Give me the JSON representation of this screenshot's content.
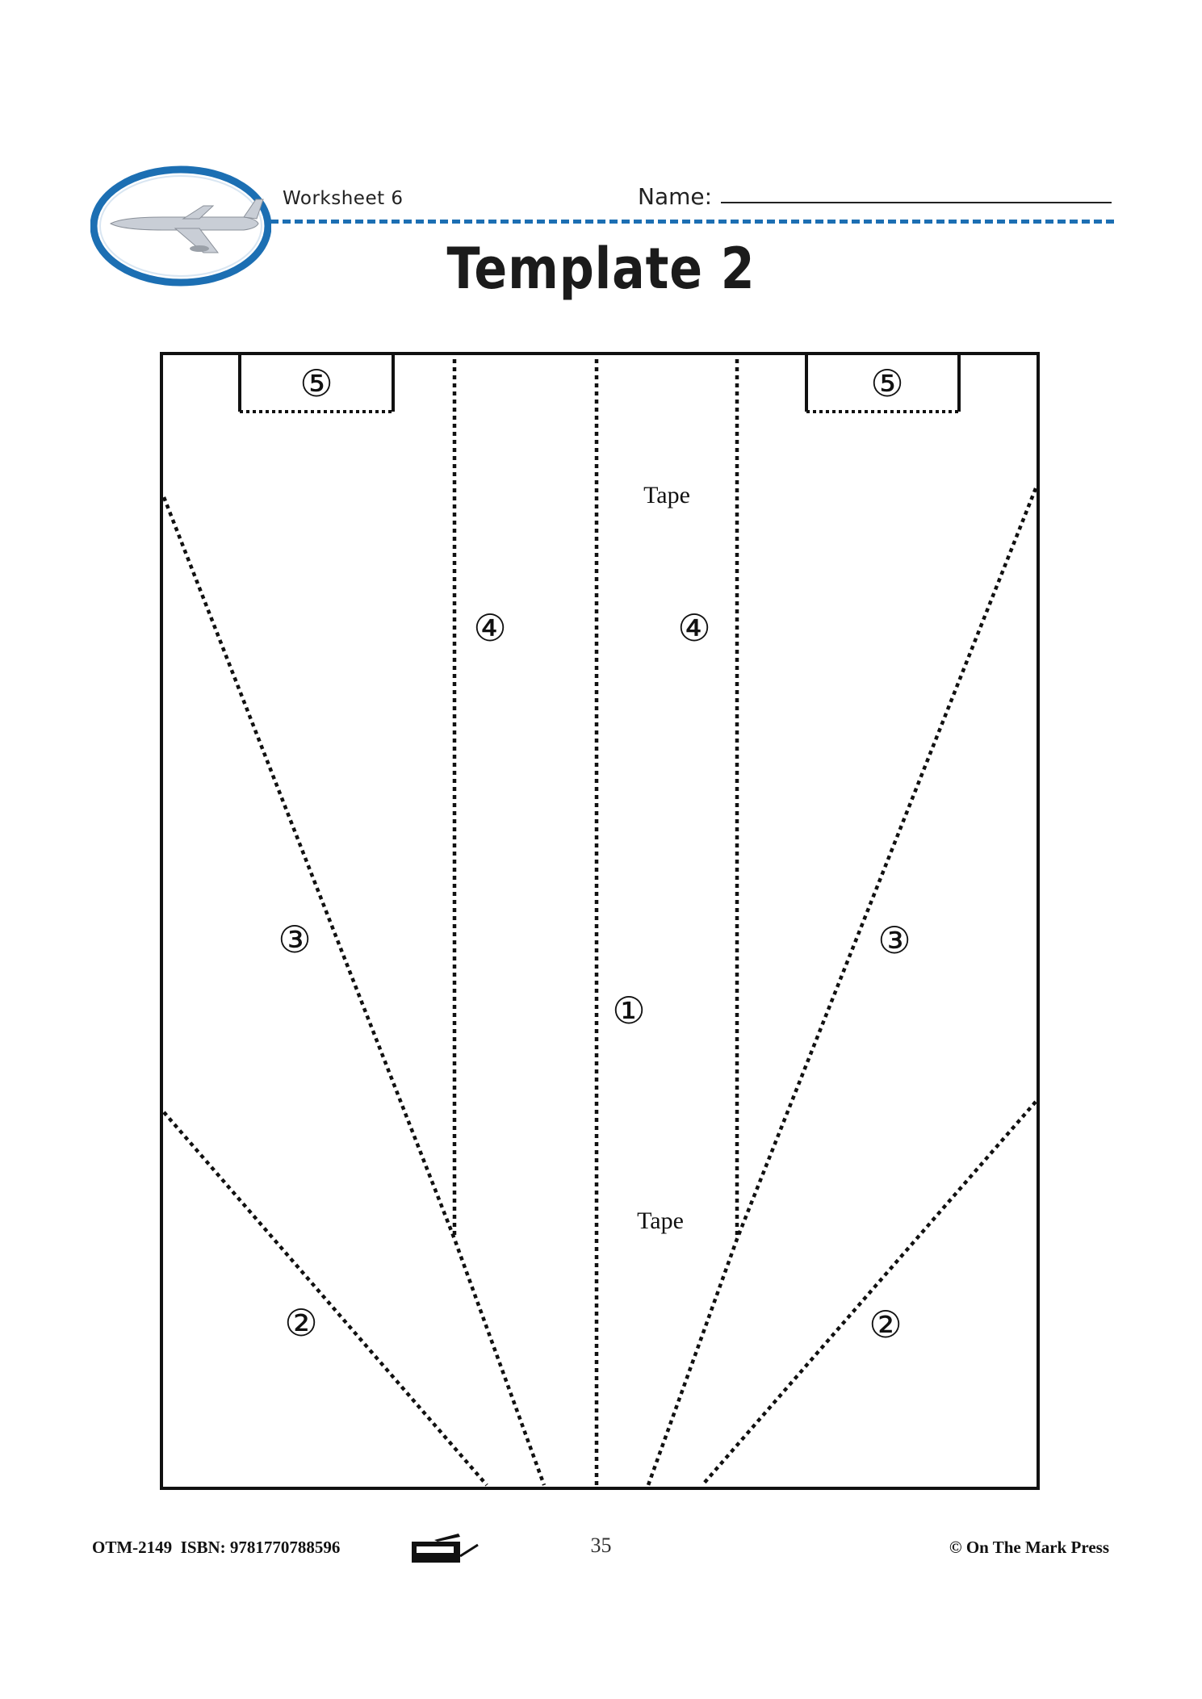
{
  "header": {
    "worksheet_label": "Worksheet 6",
    "name_label": "Name:",
    "logo_icon": "airplane-oval-logo-icon",
    "accent_color": "#1c6fb3"
  },
  "title": "Template 2",
  "template": {
    "labels": {
      "tab_left": "⑤",
      "tab_right": "⑤",
      "center_strip": "①",
      "strip_left": "④",
      "strip_right": "④",
      "wing_left": "③",
      "wing_right": "③",
      "tail_left": "②",
      "tail_right": "②",
      "tape_top": "Tape",
      "tape_bottom": "Tape"
    }
  },
  "footer": {
    "left_text": "OTM-2149  ISBN: 9781770788596",
    "page_number": "35",
    "right_text": "© On The Mark Press",
    "copier_icon": "photocopier-icon"
  }
}
